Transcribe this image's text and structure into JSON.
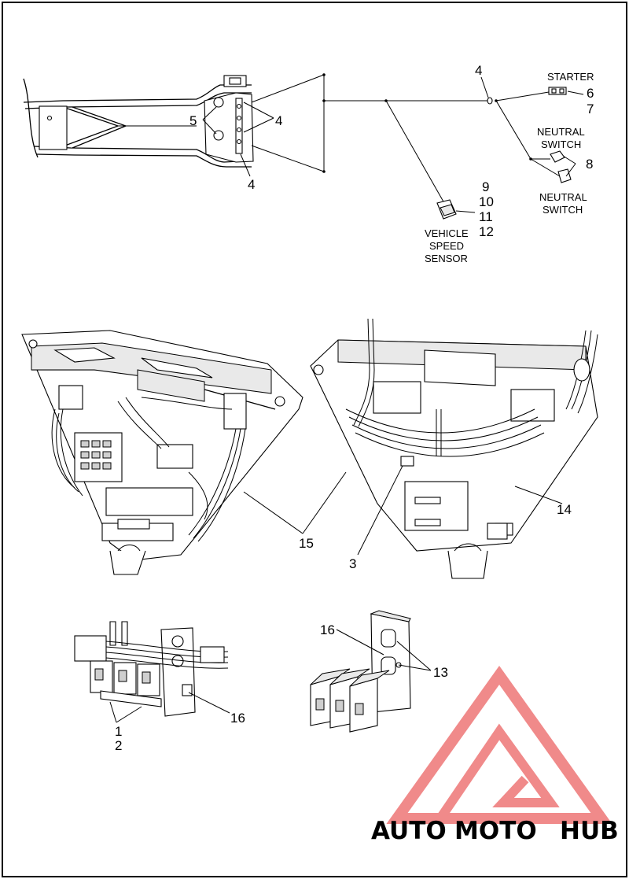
{
  "callouts": {
    "c4_top": "4",
    "c5": "5",
    "c4_right": "4",
    "c4_bottom": "4",
    "c6": "6",
    "c7": "7",
    "c8": "8",
    "c9": "9",
    "c10": "10",
    "c11": "11",
    "c12": "12",
    "c14": "14",
    "c15": "15",
    "c3": "3",
    "c16_left": "16",
    "c16_right": "16",
    "c13": "13",
    "c1": "1",
    "c2": "2"
  },
  "labels": {
    "starter": "STARTER",
    "neutral_switch_top_line1": "NEUTRAL",
    "neutral_switch_top_line2": "SWITCH",
    "neutral_switch_bottom_line1": "NEUTRAL",
    "neutral_switch_bottom_line2": "SWITCH",
    "vss_line1": "VEHICLE",
    "vss_line2": "SPEED",
    "vss_line3": "SENSOR"
  },
  "watermark": {
    "part1": "AUTO",
    "part2": "MOTO",
    "part3": "HUB",
    "color_auto": "#f6c28a",
    "color_moto": "#f3a3a3",
    "color_hub": "#8a8a8a",
    "logo_color": "#f08a8a"
  }
}
